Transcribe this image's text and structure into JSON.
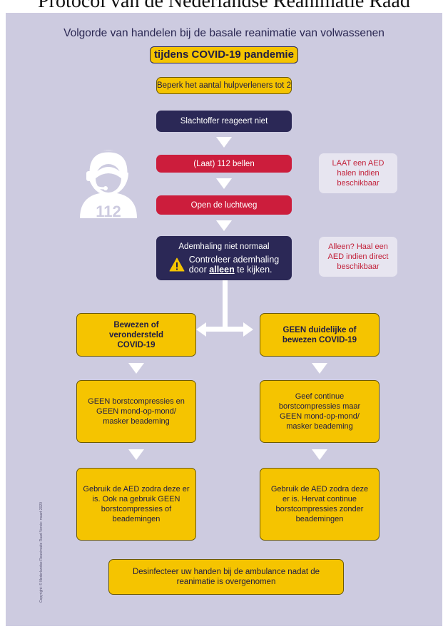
{
  "header": "Protocol van de Nederlandse Reanimatie Raad",
  "title": "Volgorde van handelen bij de basale reanimatie van volwassenen",
  "subtitle": "tijdens COVID-19 pandemie",
  "steps": {
    "limit": "Beperk het aantal hulpverleners tot 2",
    "unresponsive": "Slachtoffer reageert niet",
    "call": "(Laat) 112 bellen",
    "airway": "Open de luchtweg",
    "breathing_title": "Ademhaling niet normaal",
    "check_line1": "Controleer ademhaling",
    "check_pre": "door ",
    "check_bold": "alleen",
    "check_post": " te kijken."
  },
  "side_notes": {
    "aed_fetch": "LAAT een AED halen indien beschikbaar",
    "alone": "Alleen? Haal een AED indien direct beschikbaar"
  },
  "operator_label": "112",
  "left_branch": {
    "condition": "Bewezen of verondersteld COVID-19",
    "action": "GEEN borstcompressies en GEEN mond-op-mond/ masker beademing",
    "aed": "Gebruik de AED zodra deze er is. Ook na gebruik GEEN borstcompressies of beademingen"
  },
  "right_branch": {
    "condition": "GEEN duidelijke of bewezen COVID-19",
    "action": "Geef continue borstcompressies maar GEEN mond-op-mond/ masker beademing",
    "aed": "Gebruik de AED zodra deze er is. Hervat continue borstcompressies zonder beademingen"
  },
  "final": "Desinfecteer uw handen bij de ambulance nadat de reanimatie is overgenomen",
  "copyright": "Copyright: © Nederlandse Reanimatie Raad   Versie: maart 2020",
  "colors": {
    "background": "#cdcbe0",
    "yellow": "#f5c400",
    "navy": "#2b2856",
    "red": "#cc1d3c",
    "pale": "#e7e5f0"
  }
}
